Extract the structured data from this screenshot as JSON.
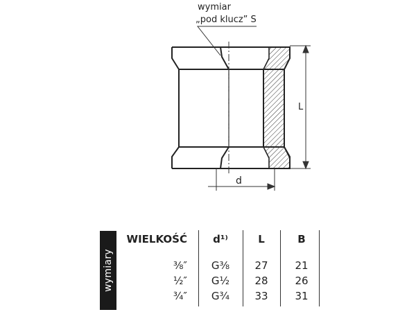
{
  "annotations": {
    "wrench_label_line1": "wymiar",
    "wrench_label_line2": "„pod klucz” S",
    "dim_l": "L",
    "dim_d": "d"
  },
  "side_tab": "wymiary",
  "table": {
    "headers": [
      "WIELKOŚĆ",
      "d¹⁾",
      "L",
      "B"
    ],
    "rows": [
      [
        "⅜″",
        "G⅜",
        "27",
        "21"
      ],
      [
        "½″",
        "G½",
        "28",
        "26"
      ],
      [
        "¾″",
        "G¾",
        "33",
        "31"
      ]
    ]
  }
}
